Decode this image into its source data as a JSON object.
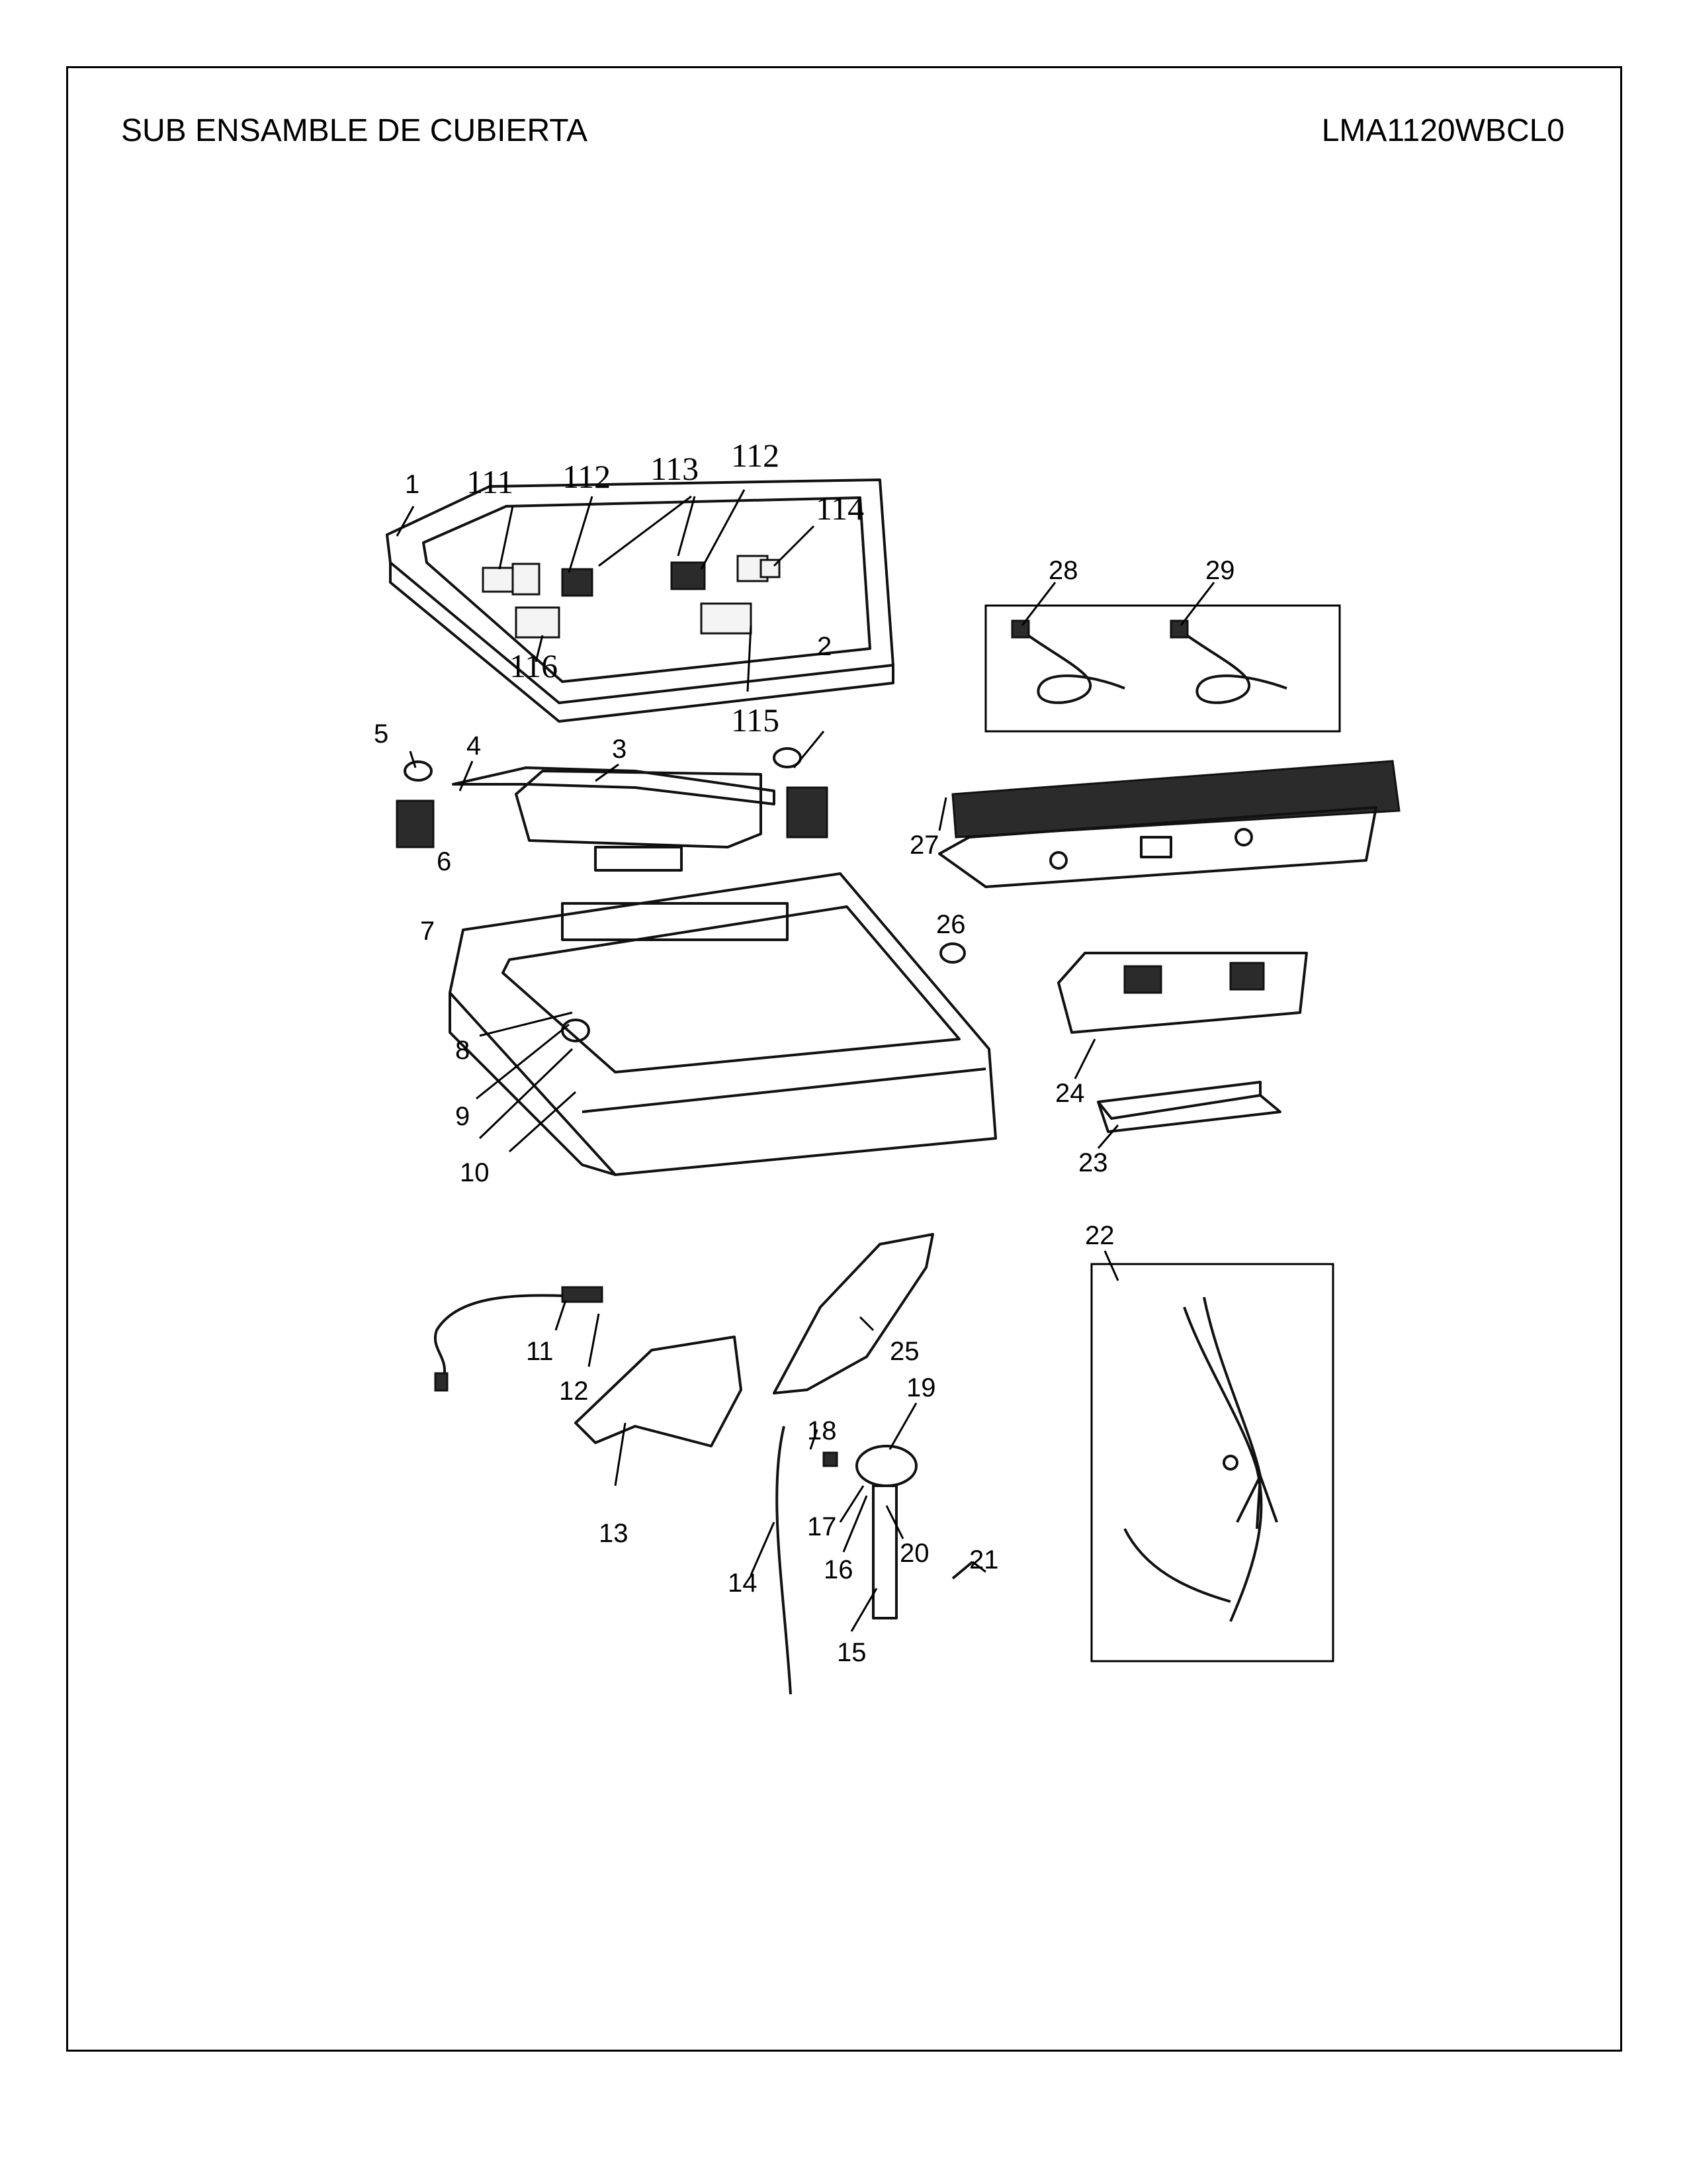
{
  "header": {
    "title": "SUB ENSAMBLE DE CUBIERTA",
    "model": "LMA1120WBCL0"
  },
  "callouts": [
    "1",
    "2",
    "3",
    "4",
    "5",
    "6",
    "7",
    "8",
    "9",
    "10",
    "11",
    "12",
    "13",
    "14",
    "15",
    "16",
    "17",
    "18",
    "19",
    "20",
    "21",
    "22",
    "23",
    "24",
    "25",
    "26",
    "27",
    "28",
    "29",
    "111",
    "112",
    "113",
    "112",
    "114",
    "115",
    "116"
  ]
}
